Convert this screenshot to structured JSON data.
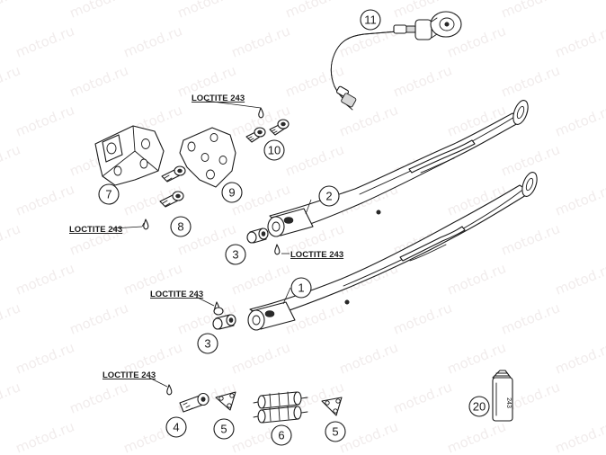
{
  "watermark": "motod.ru",
  "loctite_label": "LOCTITE 243",
  "bottle_label": "243",
  "callouts": {
    "c1": "1",
    "c2": "2",
    "c3a": "3",
    "c3b": "3",
    "c4": "4",
    "c5a": "5",
    "c5b": "5",
    "c6": "6",
    "c7": "7",
    "c8": "8",
    "c9": "9",
    "c10": "10",
    "c11": "11",
    "c20": "20"
  }
}
